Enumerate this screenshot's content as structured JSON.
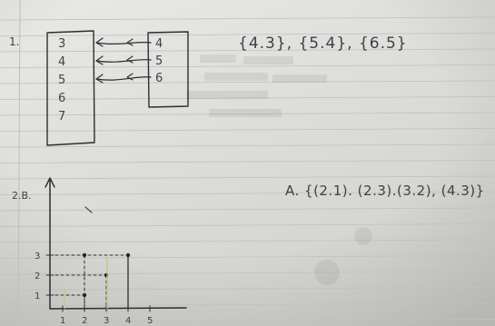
{
  "problem1": {
    "number": "1.",
    "domain_values": [
      "3",
      "4",
      "5",
      "6",
      "7"
    ],
    "codomain_values": [
      "4",
      "5",
      "6"
    ],
    "arrows": [
      {
        "from": "4",
        "to": "3"
      },
      {
        "from": "5",
        "to": "4"
      },
      {
        "from": "6",
        "to": "5"
      }
    ],
    "answer": "{4.3}, {5.4}, {6.5}"
  },
  "problem2": {
    "number": "2.B.",
    "answer": "A. {(2.1). (2.3).(3.2), (4.3)}",
    "graph": {
      "x_ticks": [
        "1",
        "2",
        "3",
        "4",
        "5"
      ],
      "y_ticks": [
        "1",
        "2",
        "3"
      ],
      "points": [
        {
          "x": 2,
          "y": 1
        },
        {
          "x": 2,
          "y": 3
        },
        {
          "x": 3,
          "y": 2
        },
        {
          "x": 4,
          "y": 3
        }
      ]
    }
  }
}
